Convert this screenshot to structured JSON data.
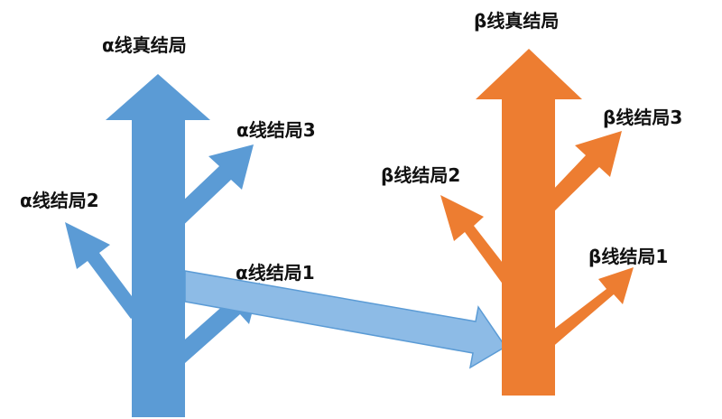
{
  "colors": {
    "alpha": "#5B9BD5",
    "beta": "#ED7D31",
    "connector": "#8DBBE6",
    "text": "#111111"
  },
  "alpha": {
    "main_label": "α线真结局",
    "branch1_label": "α线结局1",
    "branch2_label": "α线结局2",
    "branch3_label": "α线结局3"
  },
  "beta": {
    "main_label": "β线真结局",
    "branch1_label": "β线结局1",
    "branch2_label": "β线结局2",
    "branch3_label": "β线结局3"
  }
}
